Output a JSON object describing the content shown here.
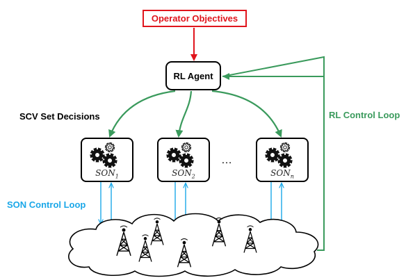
{
  "operator_objectives": "Operator Objectives",
  "rl_agent": "RL Agent",
  "scv_set_decisions": "SCV Set Decisions",
  "rl_control_loop": "RL Control Loop",
  "son_control_loop": "SON Control Loop",
  "ellipsis": "…",
  "son_units": [
    {
      "base": "SON",
      "sub": "1"
    },
    {
      "base": "SON",
      "sub": "2"
    },
    {
      "base": "SON",
      "sub": "n"
    }
  ],
  "colors": {
    "objective_red": "#e0141c",
    "rl_green": "#3a9a5c",
    "son_blue": "#1aa7e8",
    "outline_black": "#000000"
  },
  "icons": [
    "gears-icon",
    "cell-tower-icon",
    "cloud-icon"
  ]
}
